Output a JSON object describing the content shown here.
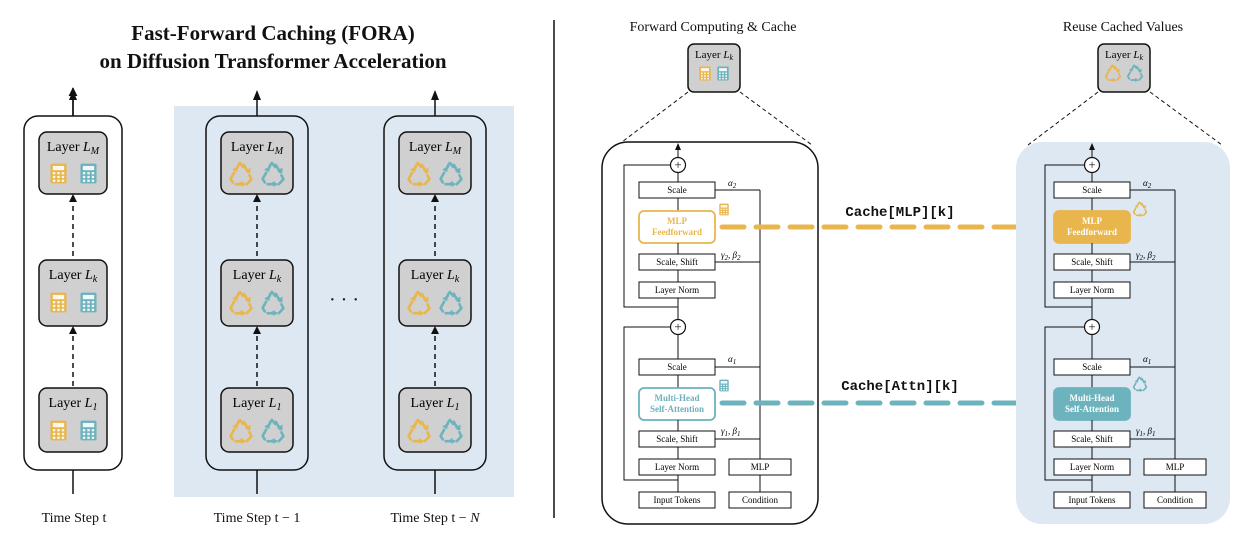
{
  "title": {
    "line1": "Fast-Forward Caching (FORA)",
    "line2": "on Diffusion Transformer Acceleration"
  },
  "left_panel": {
    "layers": {
      "top": {
        "text": "Layer ",
        "sub": "M"
      },
      "mid": {
        "text": "Layer ",
        "sub": "k"
      },
      "bottom": {
        "text": "Layer ",
        "sub": "1"
      }
    },
    "ellipsis": "· · ·",
    "timesteps": {
      "t": "Time Step t",
      "t_minus_1": "Time Step t − 1",
      "t_minus_n_prefix": "Time Step t − ",
      "t_minus_n_var": "N"
    }
  },
  "right_panel": {
    "forward_title": "Forward Computing & Cache",
    "reuse_title": "Reuse Cached Values",
    "mini_layer": {
      "text": "Layer ",
      "sub": "k"
    },
    "blocks": {
      "scale": "Scale",
      "mlp_ff_line1": "MLP",
      "mlp_ff_line2": "Feedforward",
      "scale_shift": "Scale, Shift",
      "layer_norm": "Layer Norm",
      "attn_line1": "Multi-Head",
      "attn_line2": "Self-Attention",
      "mlp": "MLP",
      "input_tokens": "Input Tokens",
      "condition": "Condition",
      "plus": "+"
    },
    "params": {
      "alpha2": {
        "sym": "α",
        "sub": "2"
      },
      "gamma2_beta2": {
        "g": "γ",
        "gs": "2",
        "sep": ", ",
        "b": "β",
        "bs": "2"
      },
      "alpha1": {
        "sym": "α",
        "sub": "1"
      },
      "gamma1_beta1": {
        "g": "γ",
        "gs": "1",
        "sep": ", ",
        "b": "β",
        "bs": "1"
      }
    },
    "cache_mlp": "Cache[MLP][k]",
    "cache_attn": "Cache[Attn][k]"
  },
  "colors": {
    "mlp_gold": "#e8b64c",
    "attn_teal": "#6cb3bd",
    "panel_blue": "#dde8f3",
    "layer_gray": "#d0d0d0"
  },
  "icons": {
    "compute": "calculator-icon",
    "reuse": "recycle-icon"
  }
}
